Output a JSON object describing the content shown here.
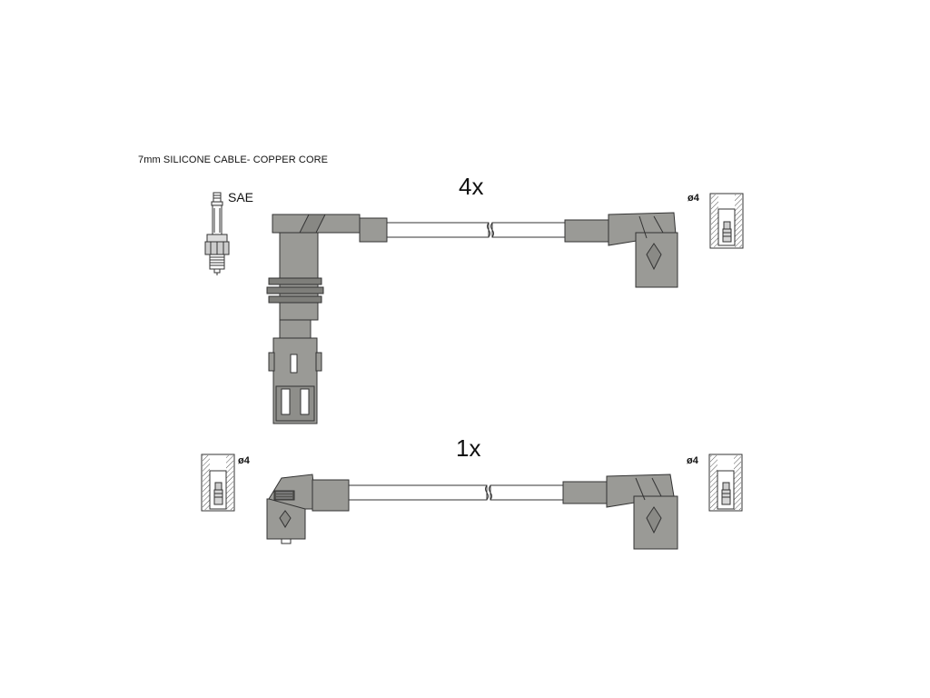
{
  "diagram": {
    "caption": "7mm SILICONE CABLE- COPPER CORE",
    "top_set": {
      "quantity": "4x"
    },
    "bottom_set": {
      "quantity": "1x"
    },
    "spark_plug_standard": "SAE",
    "terminal_diameter_label": "ø4",
    "colors": {
      "boot_fill": "#9a9a96",
      "outline": "#333333",
      "cable_fill": "#ffffff",
      "terminal_fill": "#d6d6d6"
    }
  }
}
